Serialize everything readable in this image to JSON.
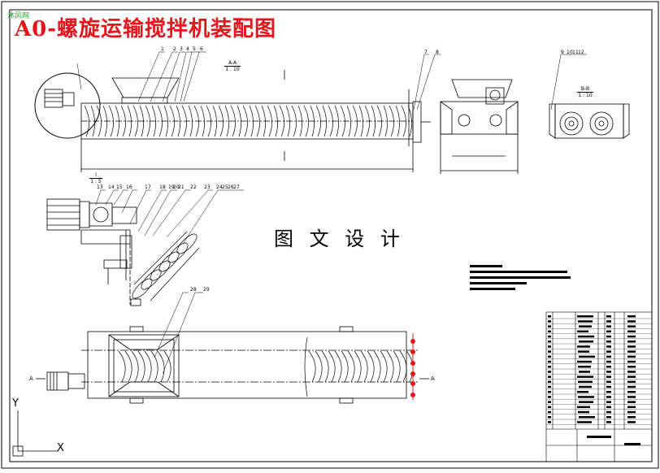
{
  "header": {
    "title": "A0-螺旋运输搅拌机装配图",
    "site_watermark": "沐风网",
    "center_watermark": "图 文 设 计"
  },
  "views": {
    "section_aa": {
      "label": "A-A",
      "scale": "1 : 10"
    },
    "section_bb": {
      "label": "B-B",
      "scale": "1 : 10"
    },
    "detail_i": {
      "label": "I",
      "scale": "1 : 5"
    }
  },
  "part_numbers_top": [
    "1",
    "2",
    "3",
    "4",
    "5",
    "6",
    "7",
    "8",
    "9",
    "10",
    "11",
    "12"
  ],
  "part_numbers_detail": [
    "13",
    "14",
    "15",
    "16",
    "17",
    "18",
    "19",
    "20",
    "21",
    "22",
    "23",
    "24",
    "25",
    "26",
    "27"
  ],
  "part_numbers_plan": [
    "28",
    "29"
  ],
  "axis_labels": {
    "y": "Y",
    "x": "X"
  },
  "section_marks": {
    "left": "A",
    "right": "A"
  },
  "colors": {
    "title": "#e8141c",
    "watermark": "#22aa22",
    "red_marks": "#e8141c",
    "line": "#000000"
  }
}
